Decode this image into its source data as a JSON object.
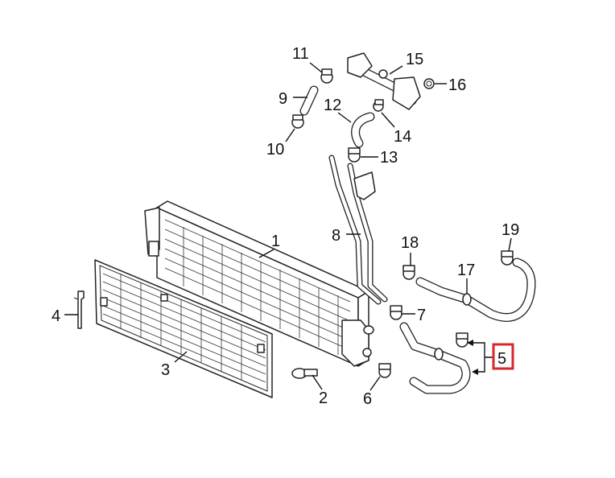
{
  "diagram": {
    "callouts": {
      "c1": "1",
      "c2": "2",
      "c3": "3",
      "c4": "4",
      "c5": "5",
      "c6": "6",
      "c7": "7",
      "c8": "8",
      "c9": "9",
      "c10": "10",
      "c11": "11",
      "c12": "12",
      "c13": "13",
      "c14": "14",
      "c15": "15",
      "c16": "16",
      "c17": "17",
      "c18": "18",
      "c19": "19"
    },
    "highlight_color": "#d62828",
    "highlighted_callout": "5"
  }
}
